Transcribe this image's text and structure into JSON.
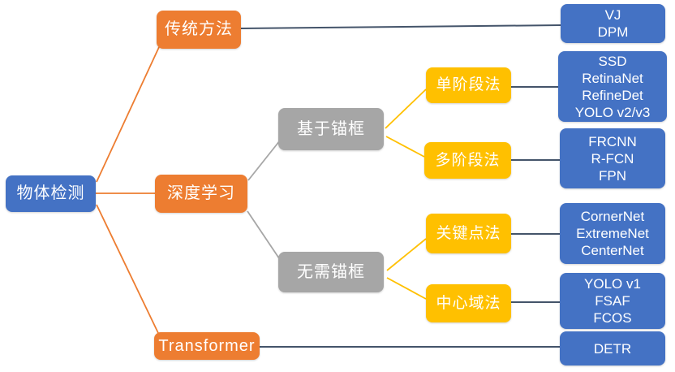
{
  "colors": {
    "background": "#FFFFFF",
    "text": "#FFFFFF",
    "node_blue": "#4472C4",
    "node_orange": "#ED7D31",
    "node_gray": "#A6A6A6",
    "node_yellow": "#FFC000",
    "connector_orange": "#ED7D31",
    "connector_gray": "#A6A6A6",
    "connector_yellow": "#FFC000",
    "connector_dark": "#44546A"
  },
  "tree": {
    "root": "物体检测",
    "traditional": "传统方法",
    "deep_learning": "深度学习",
    "transformer": "Transformer",
    "anchor_based": "基于锚框",
    "anchor_free": "无需锚框",
    "single_stage": "单阶段法",
    "multi_stage": "多阶段法",
    "keypoint": "关键点法",
    "center_region": "中心域法",
    "leaves": {
      "traditional_methods": [
        "VJ",
        "DPM"
      ],
      "single_stage_methods": [
        "SSD",
        "RetinaNet",
        "RefineDet",
        "YOLO v2/v3"
      ],
      "multi_stage_methods": [
        "FRCNN",
        "R-FCN",
        "FPN"
      ],
      "keypoint_methods": [
        "CornerNet",
        "ExtremeNet",
        "CenterNet"
      ],
      "center_region_methods": [
        "YOLO v1",
        "FSAF",
        "FCOS"
      ],
      "transformer_methods": [
        "DETR"
      ]
    }
  }
}
